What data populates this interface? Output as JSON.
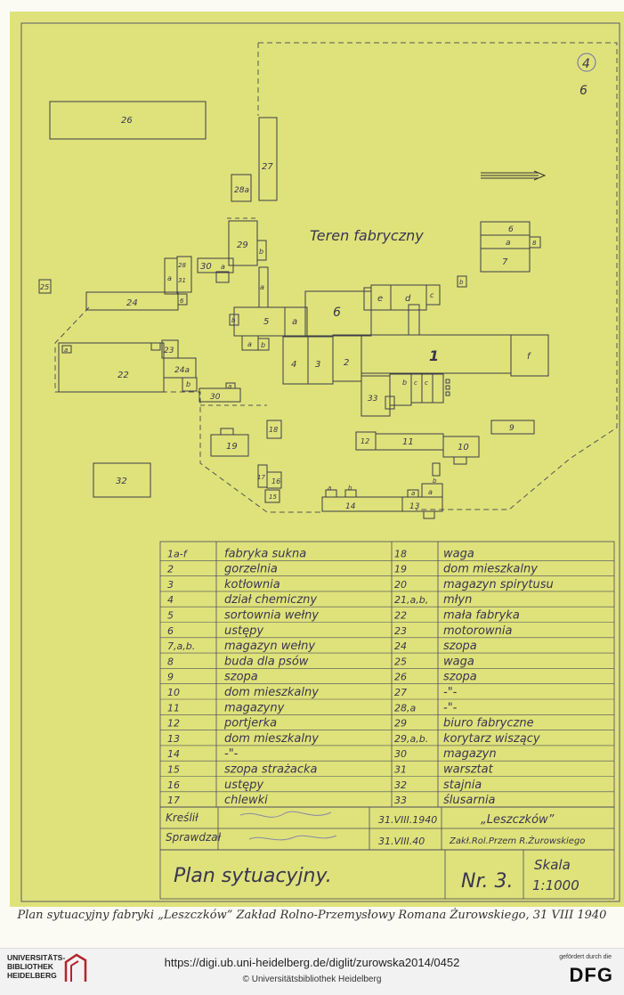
{
  "document": {
    "page_marks": [
      "4",
      "6"
    ],
    "area_label": "Teren fabryczny",
    "building_numbers": [
      "26",
      "27",
      "28a",
      "29",
      "b",
      "a",
      "30",
      "a",
      "31",
      "28",
      "a",
      "6",
      "25",
      "24",
      "a",
      "23",
      "22",
      "24a",
      "b",
      "30",
      "a",
      "b",
      "5",
      "a",
      "a",
      "b",
      "6",
      "e",
      "d",
      "c",
      "b",
      "4",
      "3",
      "2",
      "1",
      "f",
      "33",
      "b",
      "c",
      "c",
      "6",
      "a",
      "8",
      "7",
      "9",
      "10",
      "11",
      "12",
      "19",
      "18",
      "17",
      "16",
      "15",
      "32",
      "14",
      "a",
      "b",
      "13",
      "a",
      "b",
      "a"
    ],
    "legend_rows": [
      {
        "left_no": "1a-f",
        "left_name": "fabryka sukna",
        "right_no": "18",
        "right_name": "waga"
      },
      {
        "left_no": "2",
        "left_name": "gorzelnia",
        "right_no": "19",
        "right_name": "dom mieszkalny"
      },
      {
        "left_no": "3",
        "left_name": "kotłownia",
        "right_no": "20",
        "right_name": "magazyn spirytusu"
      },
      {
        "left_no": "4",
        "left_name": "dział chemiczny",
        "right_no": "21,a,b,",
        "right_name": "młyn"
      },
      {
        "left_no": "5",
        "left_name": "sortownia wełny",
        "right_no": "22",
        "right_name": "mała fabryka"
      },
      {
        "left_no": "6",
        "left_name": "ustępy",
        "right_no": "23",
        "right_name": "motorownia"
      },
      {
        "left_no": "7,a,b.",
        "left_name": "magazyn wełny",
        "right_no": "24",
        "right_name": "szopa"
      },
      {
        "left_no": "8",
        "left_name": "buda dla psów",
        "right_no": "25",
        "right_name": "waga"
      },
      {
        "left_no": "9",
        "left_name": "szopa",
        "right_no": "26",
        "right_name": "szopa"
      },
      {
        "left_no": "10",
        "left_name": "dom mieszkalny",
        "right_no": "27",
        "right_name": "-\"-"
      },
      {
        "left_no": "11",
        "left_name": "magazyny",
        "right_no": "28,a",
        "right_name": "-\"-"
      },
      {
        "left_no": "12",
        "left_name": "portjerka",
        "right_no": "29",
        "right_name": "biuro fabryczne"
      },
      {
        "left_no": "13",
        "left_name": "dom mieszkalny",
        "right_no": "29,a,b.",
        "right_name": "korytarz wiszący"
      },
      {
        "left_no": "14",
        "left_name": "-\"-",
        "right_no": "30",
        "right_name": "magazyn"
      },
      {
        "left_no": "15",
        "left_name": "szopa strażacka",
        "right_no": "31",
        "right_name": "warsztat"
      },
      {
        "left_no": "16",
        "left_name": "ustępy",
        "right_no": "32",
        "right_name": "stajnia"
      },
      {
        "left_no": "17",
        "left_name": "chlewki",
        "right_no": "33",
        "right_name": "ślusarnia"
      }
    ],
    "title_block": {
      "drew_label": "Kreślił",
      "checked_label": "Sprawdzał",
      "date_1": "31.VIII.1940",
      "date_2": "31.VIII.40",
      "estate": "„Leszczków”",
      "owner": "Zakł.Rol.Przem R.Żurowskiego",
      "plan_title": "Plan sytuacyjny.",
      "plan_no": "Nr. 3.",
      "scale_label": "Skala",
      "scale_value": "1:1000"
    }
  },
  "caption": "Plan sytuacyjny fabryki „Leszczków” Zakład Rolno-Przemysłowy Romana Żurowskiego, 31 VIII 1940",
  "footer": {
    "library_lines": [
      "UNIVERSITÄTS-",
      "BIBLIOTHEK",
      "HEIDELBERG"
    ],
    "url": "https://digi.ub.uni-heidelberg.de/diglit/zurowska2014/0452",
    "copyright": "© Universitätsbibliothek Heidelberg",
    "funded_by": "gefördert durch die",
    "funder_logo": "DFG"
  },
  "colors": {
    "paper": "#dfe27a",
    "ink": "#3a3550"
  }
}
